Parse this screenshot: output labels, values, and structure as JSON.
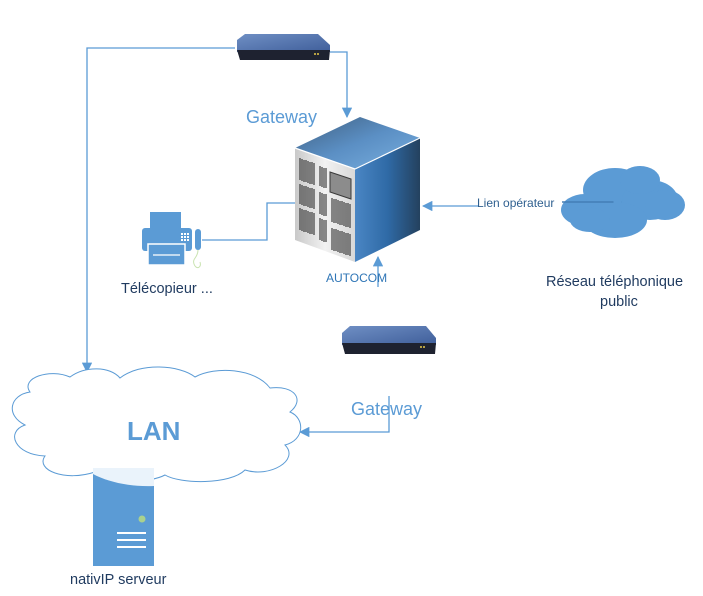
{
  "diagram": {
    "nodes": {
      "gateway_top": {
        "label": "Gateway",
        "icon": "gateway-router-icon"
      },
      "autocom": {
        "label": "AUTOCOM",
        "icon": "pbx-server-cube-icon"
      },
      "fax": {
        "label": "Télécopieur ...",
        "icon": "fax-icon"
      },
      "pstn": {
        "label_line1": "Réseau téléphonique",
        "label_line2": "public",
        "icon": "cloud-filled-icon"
      },
      "gateway_bottom": {
        "label": "Gateway",
        "icon": "gateway-router-icon"
      },
      "lan": {
        "label": "LAN",
        "icon": "cloud-outline-icon"
      },
      "server": {
        "label": "nativIP serveur",
        "icon": "tower-server-icon"
      }
    },
    "edges": [
      {
        "from": "gateway_top",
        "to": "autocom",
        "label": ""
      },
      {
        "from": "gateway_top",
        "to": "lan",
        "label": ""
      },
      {
        "from": "fax",
        "to": "autocom",
        "label": ""
      },
      {
        "from": "pstn",
        "to": "autocom",
        "label": "Lien opérateur"
      },
      {
        "from": "gateway_bottom",
        "to": "autocom",
        "label": ""
      },
      {
        "from": "gateway_bottom",
        "to": "lan",
        "label": ""
      }
    ],
    "colors": {
      "connector": "#5b9bd5",
      "accent": "#5b9bd5",
      "cloud_fill": "#5b9bd5",
      "label_dark": "#1f3a5f",
      "server_led": "#a9d18e"
    }
  }
}
